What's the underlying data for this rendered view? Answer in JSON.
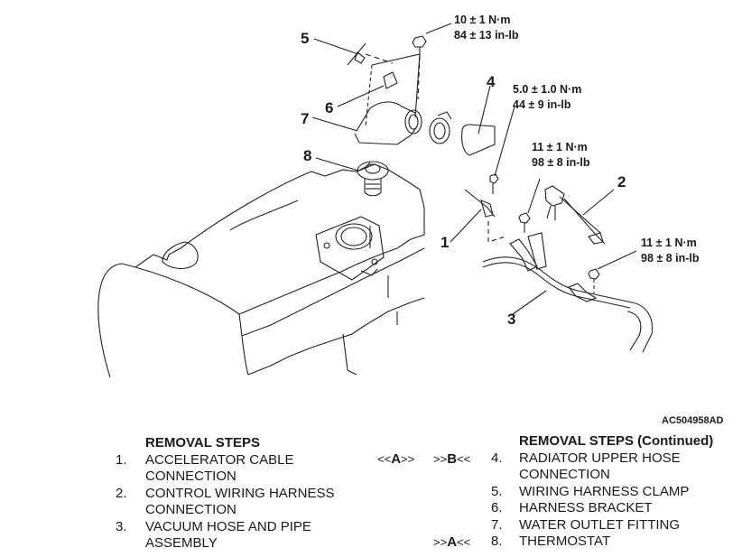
{
  "figure": {
    "id": "AC504958AD",
    "callouts": [
      {
        "n": "1",
        "part": "accelerator-cable"
      },
      {
        "n": "2",
        "part": "control-wiring-harness-connector"
      },
      {
        "n": "3",
        "part": "vacuum-hose-and-pipe"
      },
      {
        "n": "4",
        "part": "radiator-upper-hose"
      },
      {
        "n": "5",
        "part": "wiring-harness-clamp"
      },
      {
        "n": "6",
        "part": "harness-bracket"
      },
      {
        "n": "7",
        "part": "water-outlet-fitting"
      },
      {
        "n": "8",
        "part": "thermostat"
      }
    ],
    "torques": [
      {
        "nm": "10 ± 1 N·m",
        "inlb": "84 ± 13 in-lb"
      },
      {
        "nm": "5.0 ± 1.0 N·m",
        "inlb": "44 ± 9 in-lb"
      },
      {
        "nm": "11 ± 1 N·m",
        "inlb": "98 ± 8 in-lb"
      },
      {
        "nm": "11 ± 1 N·m",
        "inlb": "98 ± 8 in-lb"
      }
    ]
  },
  "removal_steps": {
    "heading": "REMOVAL STEPS",
    "items": [
      {
        "num": "1.",
        "lines": [
          "ACCELERATOR CABLE",
          "CONNECTION"
        ]
      },
      {
        "num": "2.",
        "lines": [
          "CONTROL WIRING HARNESS",
          "CONNECTION"
        ]
      },
      {
        "num": "3.",
        "lines": [
          "VACUUM HOSE AND PIPE",
          "ASSEMBLY"
        ]
      }
    ]
  },
  "removal_steps_continued": {
    "heading": "REMOVAL STEPS (Continued)",
    "items": [
      {
        "num": "4.",
        "lines": [
          "RADIATOR UPPER HOSE",
          "CONNECTION"
        ],
        "install_ref": "<<A>>",
        "remove_ref": ">>B<<"
      },
      {
        "num": "5.",
        "lines": [
          "WIRING HARNESS CLAMP"
        ]
      },
      {
        "num": "6.",
        "lines": [
          "HARNESS BRACKET"
        ]
      },
      {
        "num": "7.",
        "lines": [
          "WATER OUTLET FITTING"
        ]
      },
      {
        "num": "8.",
        "lines": [
          "THERMOSTAT"
        ],
        "remove_ref": ">>A<<"
      }
    ]
  }
}
